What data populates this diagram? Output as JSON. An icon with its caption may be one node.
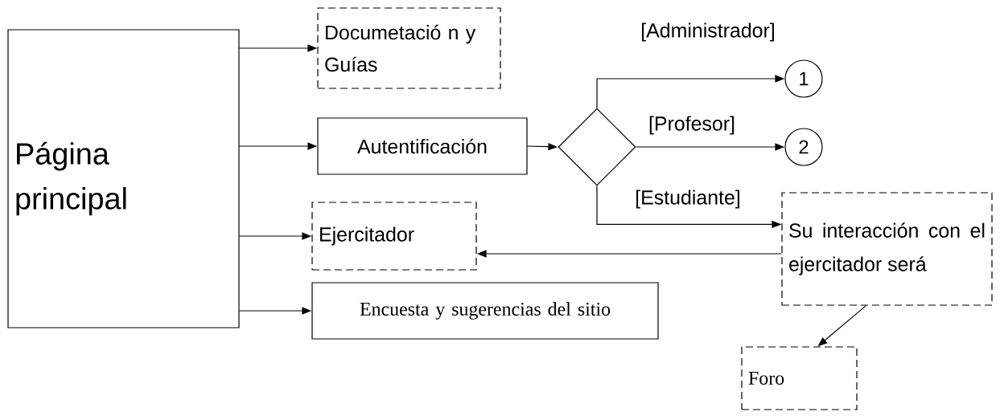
{
  "diagram": {
    "nodes": [
      {
        "text": [
          "Página principal"
        ]
      },
      {
        "text": [
          "Documetació n y Guías"
        ]
      },
      {
        "text": [
          "Autentificación"
        ]
      },
      {
        "text": [],
        "shape": "diamond"
      },
      {
        "text": [
          "1"
        ]
      },
      {
        "text": [
          "2"
        ]
      },
      {
        "text": [
          "Ejercitador"
        ]
      },
      {
        "text": [
          "Su interacción con el ejercitador será"
        ]
      },
      {
        "text": [
          "Encuesta y sugerencias del sitio"
        ]
      },
      {
        "text": [
          "Foro"
        ]
      }
    ],
    "edges": [
      {
        "from": 0,
        "to": 1,
        "arrow": "to"
      },
      {
        "from": 0,
        "to": 2,
        "arrow": "to"
      },
      {
        "from": 0,
        "to": 6,
        "arrow": "to"
      },
      {
        "from": 0,
        "to": 8,
        "arrow": "to"
      },
      {
        "from": 2,
        "to": 3,
        "arrow": "to"
      },
      {
        "from": 3,
        "to": 4,
        "label": "[Administrador]",
        "arrow": "to"
      },
      {
        "from": 3,
        "to": 5,
        "label": "[Profesor]",
        "arrow": "to"
      },
      {
        "from": 3,
        "to": 7,
        "label": "[Estudiante]",
        "arrow": "to"
      },
      {
        "from": 7,
        "to": 6,
        "arrow": "to"
      },
      {
        "from": 7,
        "to": 9,
        "arrow": "to"
      }
    ]
  }
}
